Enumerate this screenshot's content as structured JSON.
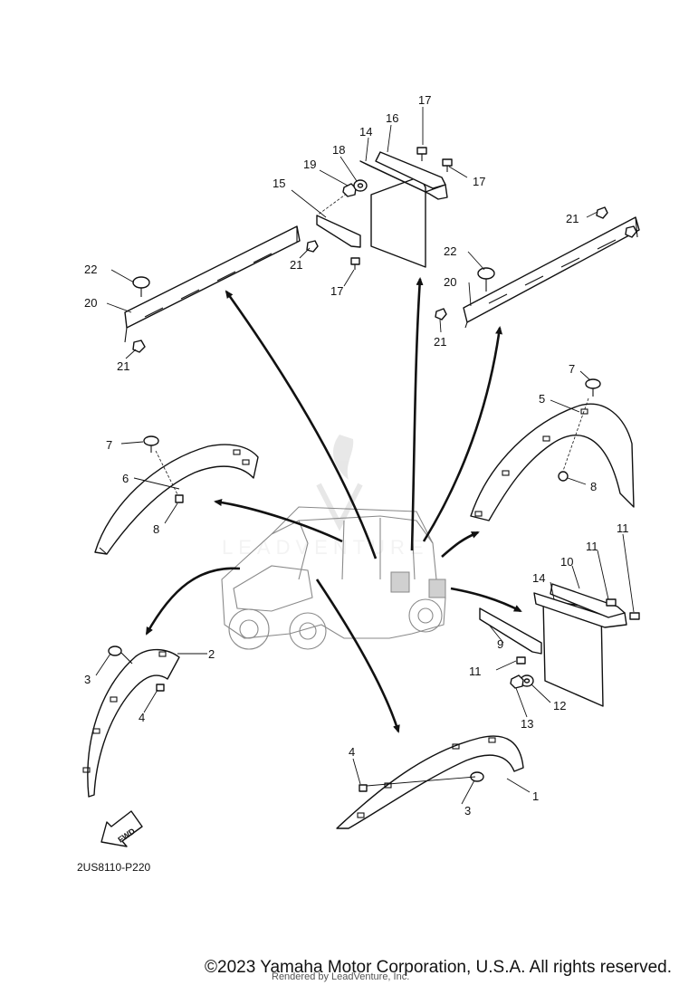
{
  "diagram": {
    "drawing_code": "2US8110-P220",
    "fwd_label": "FWD",
    "watermark": "LEADVENTURE",
    "callouts": {
      "c1": "1",
      "c2": "2",
      "c3a": "3",
      "c3b": "3",
      "c4a": "4",
      "c4b": "4",
      "c5": "5",
      "c6": "6",
      "c7a": "7",
      "c7b": "7",
      "c8a": "8",
      "c8b": "8",
      "c9": "9",
      "c10": "10",
      "c11a": "11",
      "c11b": "11",
      "c11c": "11",
      "c12": "12",
      "c13": "13",
      "c14a": "14",
      "c14b": "14",
      "c15": "15",
      "c16": "16",
      "c17a": "17",
      "c17b": "17",
      "c17c": "17",
      "c18": "18",
      "c19": "19",
      "c20a": "20",
      "c20b": "20",
      "c21a": "21",
      "c21b": "21",
      "c21c": "21",
      "c21d": "21",
      "c22a": "22",
      "c22b": "22"
    }
  },
  "footer": {
    "copyright": "©2023 Yamaha Motor Corporation, U.S.A. All rights reserved.",
    "rendered_by": "Rendered by LeadVenture, Inc."
  }
}
